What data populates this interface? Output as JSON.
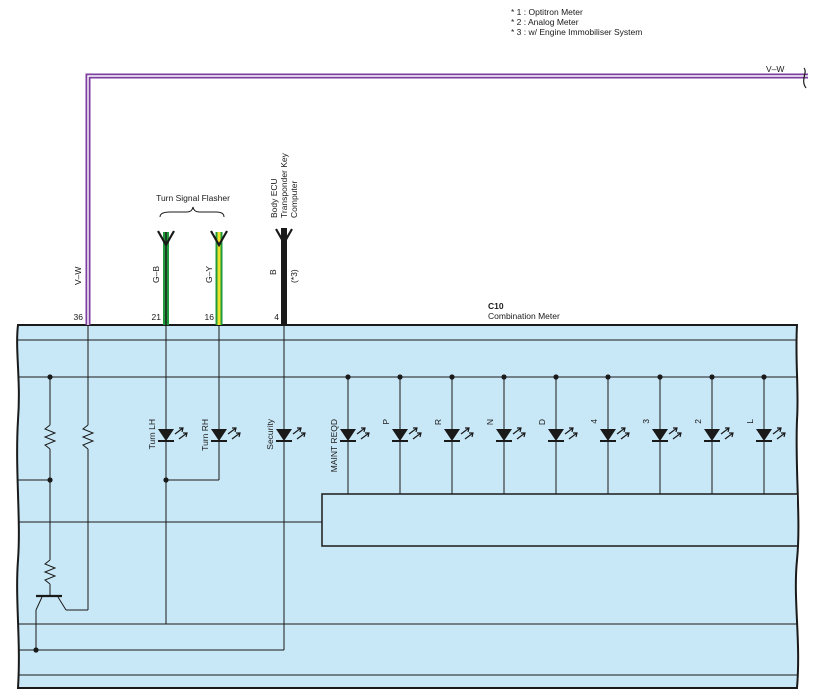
{
  "notes": [
    "* 1 : Optitron Meter",
    "* 2 : Analog Meter",
    "* 3 : w/ Engine Immobiliser System"
  ],
  "wires": {
    "top_vw": "V–W",
    "left_vw": "V–W",
    "gb": "G–B",
    "gy": "G–Y",
    "b": "B",
    "b_note": "(*3)"
  },
  "connectors": {
    "turn_signal_flasher": "Turn Signal Flasher",
    "body_ecu": [
      "Body ECU",
      "Transponder Key",
      "Computer"
    ]
  },
  "pins": {
    "p36": "36",
    "p21": "21",
    "p16": "16",
    "p4": "4"
  },
  "meter": {
    "code": "C10",
    "name": "Combination Meter"
  },
  "indicators": [
    "Turn LH",
    "Turn RH",
    "Security",
    "MAINT REQD",
    "P",
    "R",
    "N",
    "D",
    "4",
    "3",
    "2",
    "L"
  ],
  "colors": {
    "meter_fill": "#c9e8f7",
    "violet": "#7d3ea0",
    "green": "#1f9a3c",
    "yellow": "#f1e22b",
    "black": "#1a1a1a"
  }
}
